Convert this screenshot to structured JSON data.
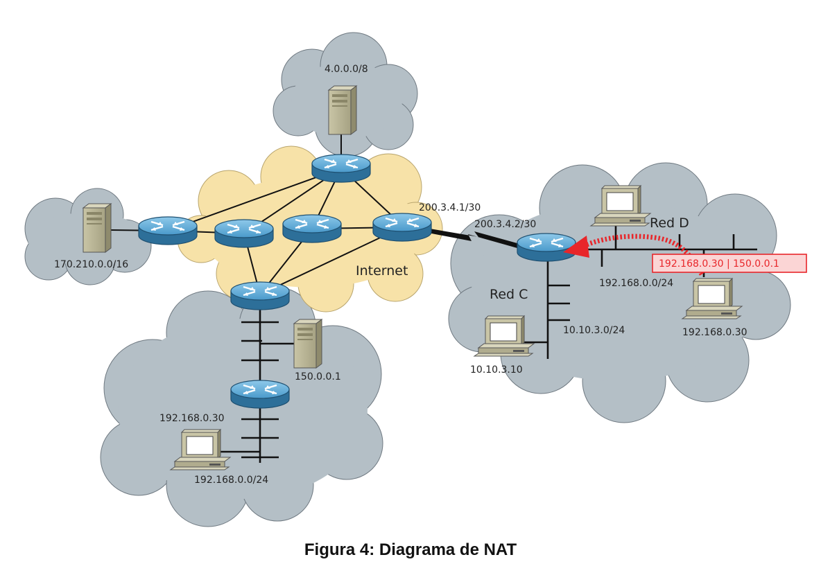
{
  "diagram": {
    "clouds": {
      "internet": "Internet",
      "red_c": "Red C",
      "red_d": "Red D"
    },
    "networks": {
      "top": "4.0.0.0/8",
      "left": "170.210.0.0/16",
      "bottom_lan": "192.168.0.0/24",
      "red_c_lan": "10.10.3.0/24",
      "red_d_lan": "192.168.0.0/24"
    },
    "hosts": {
      "server_bottom": "150.0.0.1",
      "pc_bottom": "192.168.0.30",
      "pc_red_c": "10.10.3.10",
      "pc_red_d": "192.168.0.30"
    },
    "wan_link": {
      "isp_side": "200.3.4.1/30",
      "client_side": "200.3.4.2/30"
    },
    "nat_packet": "192.168.0.30 | 150.0.0.1",
    "colors": {
      "cloud_gray": "#b4bfc6",
      "internet_cloud": "#f7e2a8",
      "router_blue": "#3b88b7",
      "nat_red": "#e8262a"
    }
  },
  "caption": "Figura 4: Diagrama de NAT"
}
